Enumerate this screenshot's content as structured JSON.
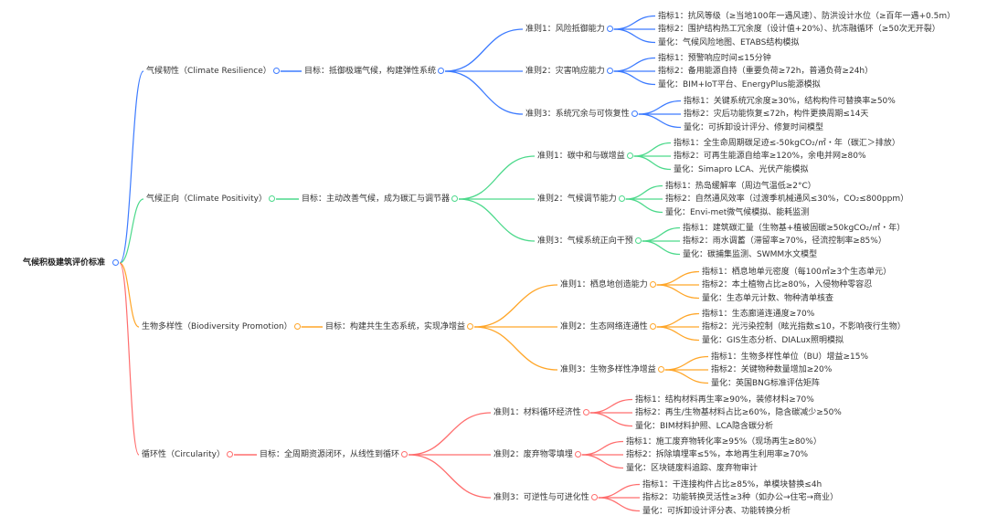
{
  "root": {
    "label": "气候积极建筑评价标准"
  },
  "colors": {
    "blue": "#3d7bff",
    "green": "#4cd98b",
    "orange": "#ffa629",
    "red": "#ff6e6e"
  },
  "branches": [
    {
      "label": "气候韧性（Climate Resilience）",
      "goal": "目标：抵御极端气候，构建弹性系统",
      "criteria": [
        {
          "label": "准则1：风险抵御能力",
          "items": [
            "指标1：抗风等级（≥当地100年一遇风速）、防洪设计水位（≥百年一遇+0.5m）",
            "指标2：围护结构热工冗余度（设计值+20%）、抗冻融循环（≥50次无开裂）",
            "量化：气候风险地图、ETABS结构模拟"
          ]
        },
        {
          "label": "准则2：灾害响应能力",
          "items": [
            "指标1：预警响应时间≤15分钟",
            "指标2：备用能源自持（重要负荷≥72h，普通负荷≥24h）",
            "量化：BIM+IoT平台、EnergyPlus能源模拟"
          ]
        },
        {
          "label": "准则3：系统冗余与可恢复性",
          "items": [
            "指标1：关键系统冗余度≥30%，结构构件可替换率≥50%",
            "指标2：灾后功能恢复≤72h，构件更换周期≤14天",
            "量化：可拆卸设计评分、修复时间模型"
          ]
        }
      ]
    },
    {
      "label": "气候正向（Climate Positivity）",
      "goal": "目标：主动改善气候，成为碳汇与调节器",
      "criteria": [
        {
          "label": "准则1：碳中和与碳增益",
          "items": [
            "指标1：全生命周期碳足迹≤-50kgCO₂/㎡・年（碳汇＞排放）",
            "指标2：可再生能源自给率≥120%，余电并网≥80%",
            "量化：Simapro LCA、光伏产能模拟"
          ]
        },
        {
          "label": "准则2：气候调节能力",
          "items": [
            "指标1：热岛缓解率（周边气温低≥2°C）",
            "指标2：自然通风效率（过渡季机械通风≤30%，CO₂≤800ppm）",
            "量化：Envi-met微气候模拟、能耗监测"
          ]
        },
        {
          "label": "准则3：气候系统正向干预",
          "items": [
            "指标1：建筑碳汇量（生物基+植被固碳≥50kgCO₂/㎡・年）",
            "指标2：雨水调蓄（滞留率≥70%，径流控制率≥85%）",
            "量化：碳捕集监测、SWMM水文模型"
          ]
        }
      ]
    },
    {
      "label": "生物多样性（Biodiversity Promotion）",
      "goal": "目标：构建共生生态系统，实现净增益",
      "criteria": [
        {
          "label": "准则1：栖息地创造能力",
          "items": [
            "指标1：栖息地单元密度（每100㎡≥3个生态单元）",
            "指标2：本土植物占比≥80%，入侵物种零容忍",
            "量化：生态单元计数、物种清单核查"
          ]
        },
        {
          "label": "准则2：生态网络连通性",
          "items": [
            "指标1：生态廊道连通度≥70%",
            "指标2：光污染控制（眩光指数≤10，不影响夜行生物）",
            "量化：GIS生态分析、DIALux照明模拟"
          ]
        },
        {
          "label": "准则3：生物多样性净增益",
          "items": [
            "指标1：生物多样性单位（BU）增益≥15%",
            "指标2：关键物种数量增加≥20%",
            "量化：英国BNG标准评估矩阵"
          ]
        }
      ]
    },
    {
      "label": "循环性（Circularity）",
      "goal": "目标：全周期资源闭环，从线性到循环",
      "criteria": [
        {
          "label": "准则1：材料循环经济性",
          "items": [
            "指标1：结构材料再生率≥90%，装修材料≥70%",
            "指标2：再生/生物基材料占比≥60%，隐含碳减少≥50%",
            "量化：BIM材料护照、LCA隐含碳分析"
          ]
        },
        {
          "label": "准则2：废弃物零填埋",
          "items": [
            "指标1：施工废弃物转化率≥95%（现场再生≥80%）",
            "指标2：拆除填埋率≤5%，本地再生利用率≥70%",
            "量化：区块链废料追踪、废弃物审计"
          ]
        },
        {
          "label": "准则3：可逆性与可进化性",
          "items": [
            "指标1：干连接构件占比≥85%，单模块替换≤4h",
            "指标2：功能转换灵活性≥3种（如办公→住宅→商业）",
            "量化：可拆卸设计评分表、功能转换分析"
          ]
        }
      ]
    }
  ]
}
